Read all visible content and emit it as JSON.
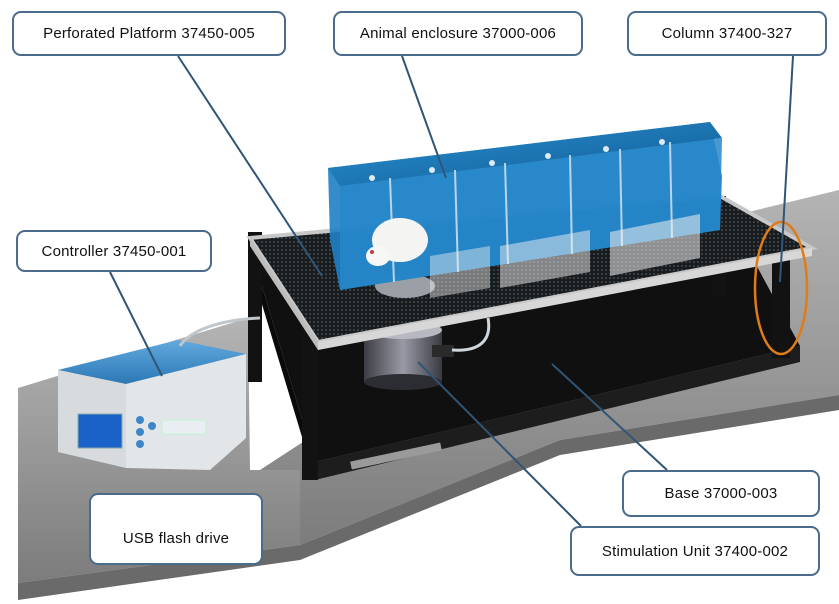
{
  "labels": {
    "platform": "Perforated Platform 37450-005",
    "enclosure": "Animal enclosure 37000-006",
    "column": "Column 37400-327",
    "controller": "Controller 37450-001",
    "usb": "USB flash drive",
    "base": "Base 37000-003",
    "stimulation": "Stimulation  Unit 37400-002"
  },
  "colors": {
    "callout_border": "#4a6b8c",
    "leader_line": "#2f5577",
    "highlight_ellipse": "#e07b1a",
    "enclosure_blue": "#1f7fc4",
    "controller_blue": "#3b8fd0",
    "table_top": "#8f8f8f"
  }
}
